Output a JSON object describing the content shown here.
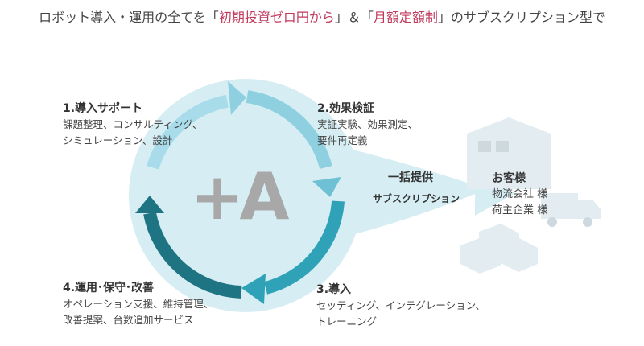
{
  "headline": {
    "prefix": "ロボット導入・運用の全てを「",
    "highlight1": "初期投資ゼロ円から",
    "middle": "」＆「",
    "highlight2": "月額定額制",
    "suffix": "」のサブスクリプション型で"
  },
  "logo_text": "+A",
  "steps": [
    {
      "title": "1.導入サポート",
      "lines": [
        "課題整理、コンサルティング、",
        "シミュレーション、設計"
      ]
    },
    {
      "title": "2.効果検証",
      "lines": [
        "実証実験、効果測定、",
        "要件再定義"
      ]
    },
    {
      "title": "3.導入",
      "lines": [
        "セッティング、インテグレーション、",
        "トレーニング"
      ]
    },
    {
      "title": "4.運用･保守･改善",
      "lines": [
        "オペレーション支援、維持管理、",
        "改善提案、台数追加サービス"
      ]
    }
  ],
  "delivery": {
    "main": "一括提供",
    "sub": "サブスクリプション"
  },
  "customer": {
    "title": "お客様",
    "lines": [
      "物流会社 様",
      "荷主企業 様"
    ]
  },
  "colors": {
    "highlight": "#c0395c",
    "halo": "#d6eef3",
    "arrow_light": "#8fd0e0",
    "arrow_mid": "#2fa2b8",
    "arrow_dark": "#1f7483",
    "icon_gray": "#e3ecf0",
    "logo_gray": "#a8a8a8"
  }
}
